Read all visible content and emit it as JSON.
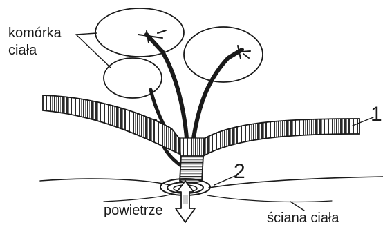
{
  "labels": {
    "cell_line1": "komórka",
    "cell_line2": "ciała",
    "number_1": "1",
    "number_2": "2",
    "air": "powietrze",
    "wall": "ściana ciała"
  }
}
